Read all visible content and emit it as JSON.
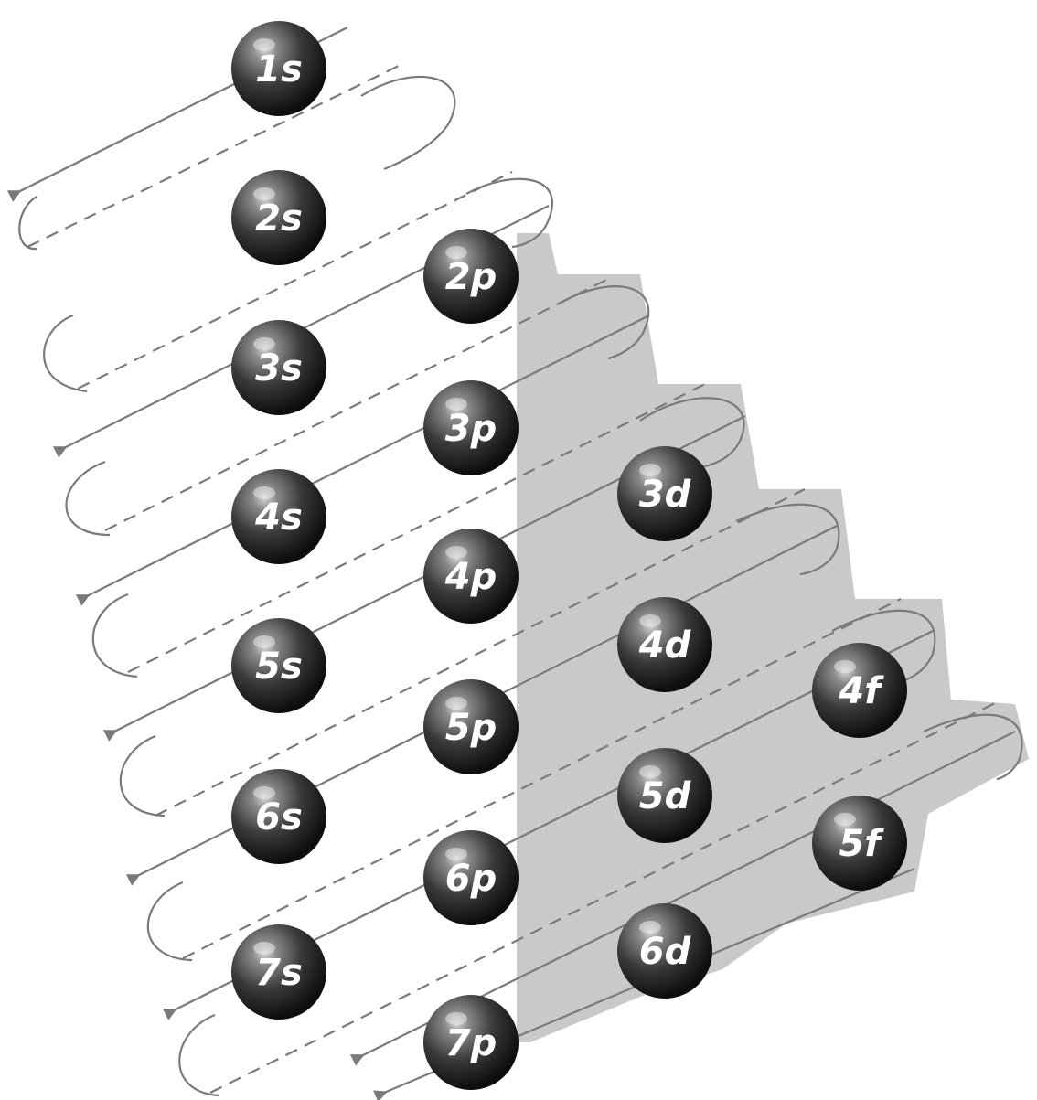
{
  "diagram": {
    "description_free": true,
    "colors": {
      "background": "#ffffff",
      "shaded_region": "#c9c9c9",
      "arrow_line": "#7a7a7a",
      "sphere_dark": "#1a1a1a",
      "sphere_mid": "#5a5a5a",
      "sphere_highlight": "#cfcfcf",
      "label": "#ffffff"
    },
    "orbitals": [
      {
        "id": "1s",
        "label": "1s"
      },
      {
        "id": "2s",
        "label": "2s"
      },
      {
        "id": "2p",
        "label": "2p"
      },
      {
        "id": "3s",
        "label": "3s"
      },
      {
        "id": "3p",
        "label": "3p"
      },
      {
        "id": "3d",
        "label": "3d"
      },
      {
        "id": "4s",
        "label": "4s"
      },
      {
        "id": "4p",
        "label": "4p"
      },
      {
        "id": "4d",
        "label": "4d"
      },
      {
        "id": "4f",
        "label": "4f"
      },
      {
        "id": "5s",
        "label": "5s"
      },
      {
        "id": "5p",
        "label": "5p"
      },
      {
        "id": "5d",
        "label": "5d"
      },
      {
        "id": "5f",
        "label": "5f"
      },
      {
        "id": "6s",
        "label": "6s"
      },
      {
        "id": "6p",
        "label": "6p"
      },
      {
        "id": "6d",
        "label": "6d"
      },
      {
        "id": "7s",
        "label": "7s"
      },
      {
        "id": "7p",
        "label": "7p"
      }
    ],
    "filling_order": [
      "1s",
      "2s",
      "2p",
      "3s",
      "3p",
      "4s",
      "3d",
      "4p",
      "5s",
      "4d",
      "5p",
      "6s",
      "4f",
      "5d",
      "6p",
      "7s",
      "5f",
      "6d",
      "7p"
    ]
  }
}
